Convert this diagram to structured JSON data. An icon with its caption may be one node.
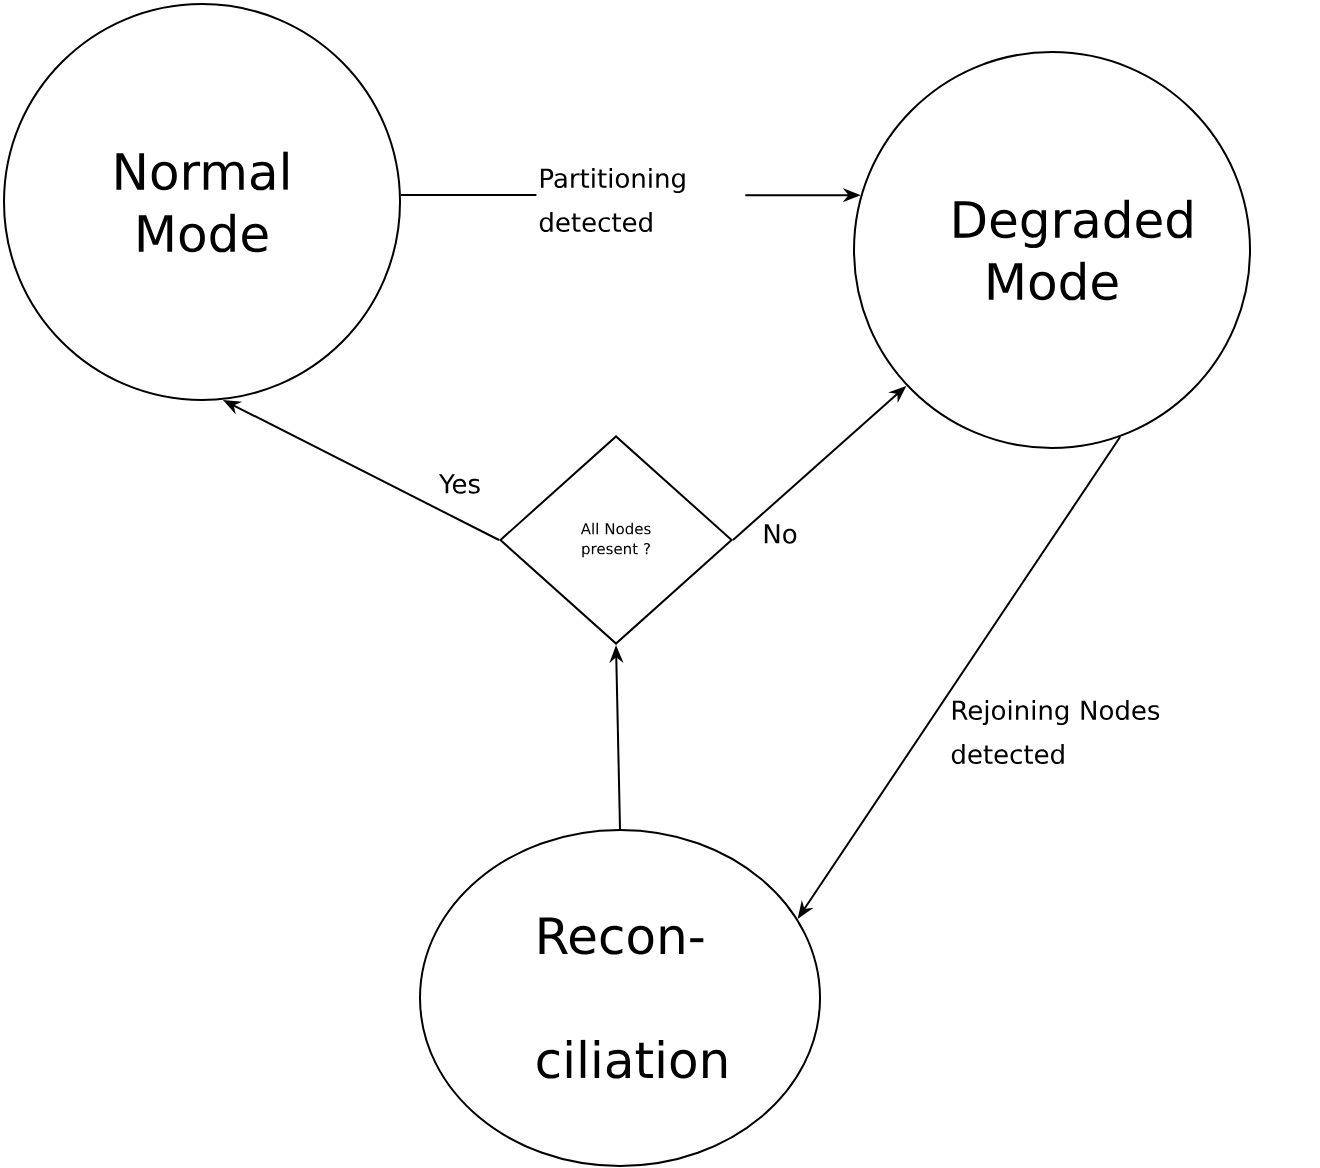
{
  "diagram": {
    "nodes": [
      {
        "text": [
          "Normal Mode"
        ]
      },
      {
        "text": [
          "Degraded Mode"
        ]
      },
      {
        "text": [
          "Recon- ciliation"
        ]
      },
      {
        "text": [
          "All Nodes present ?"
        ]
      }
    ],
    "edges": [
      {
        "from": 0,
        "to": 1,
        "arrow": "to",
        "label": "Partitioning detected"
      },
      {
        "from": 1,
        "to": 2,
        "arrow": "to",
        "label": "Rejoining Nodes detected"
      },
      {
        "from": 2,
        "to": 3,
        "arrow": "to"
      },
      {
        "from": 3,
        "to": 0,
        "arrow": "to",
        "label": "Yes"
      },
      {
        "from": 3,
        "to": 1,
        "arrow": "to",
        "label": "No"
      }
    ]
  }
}
